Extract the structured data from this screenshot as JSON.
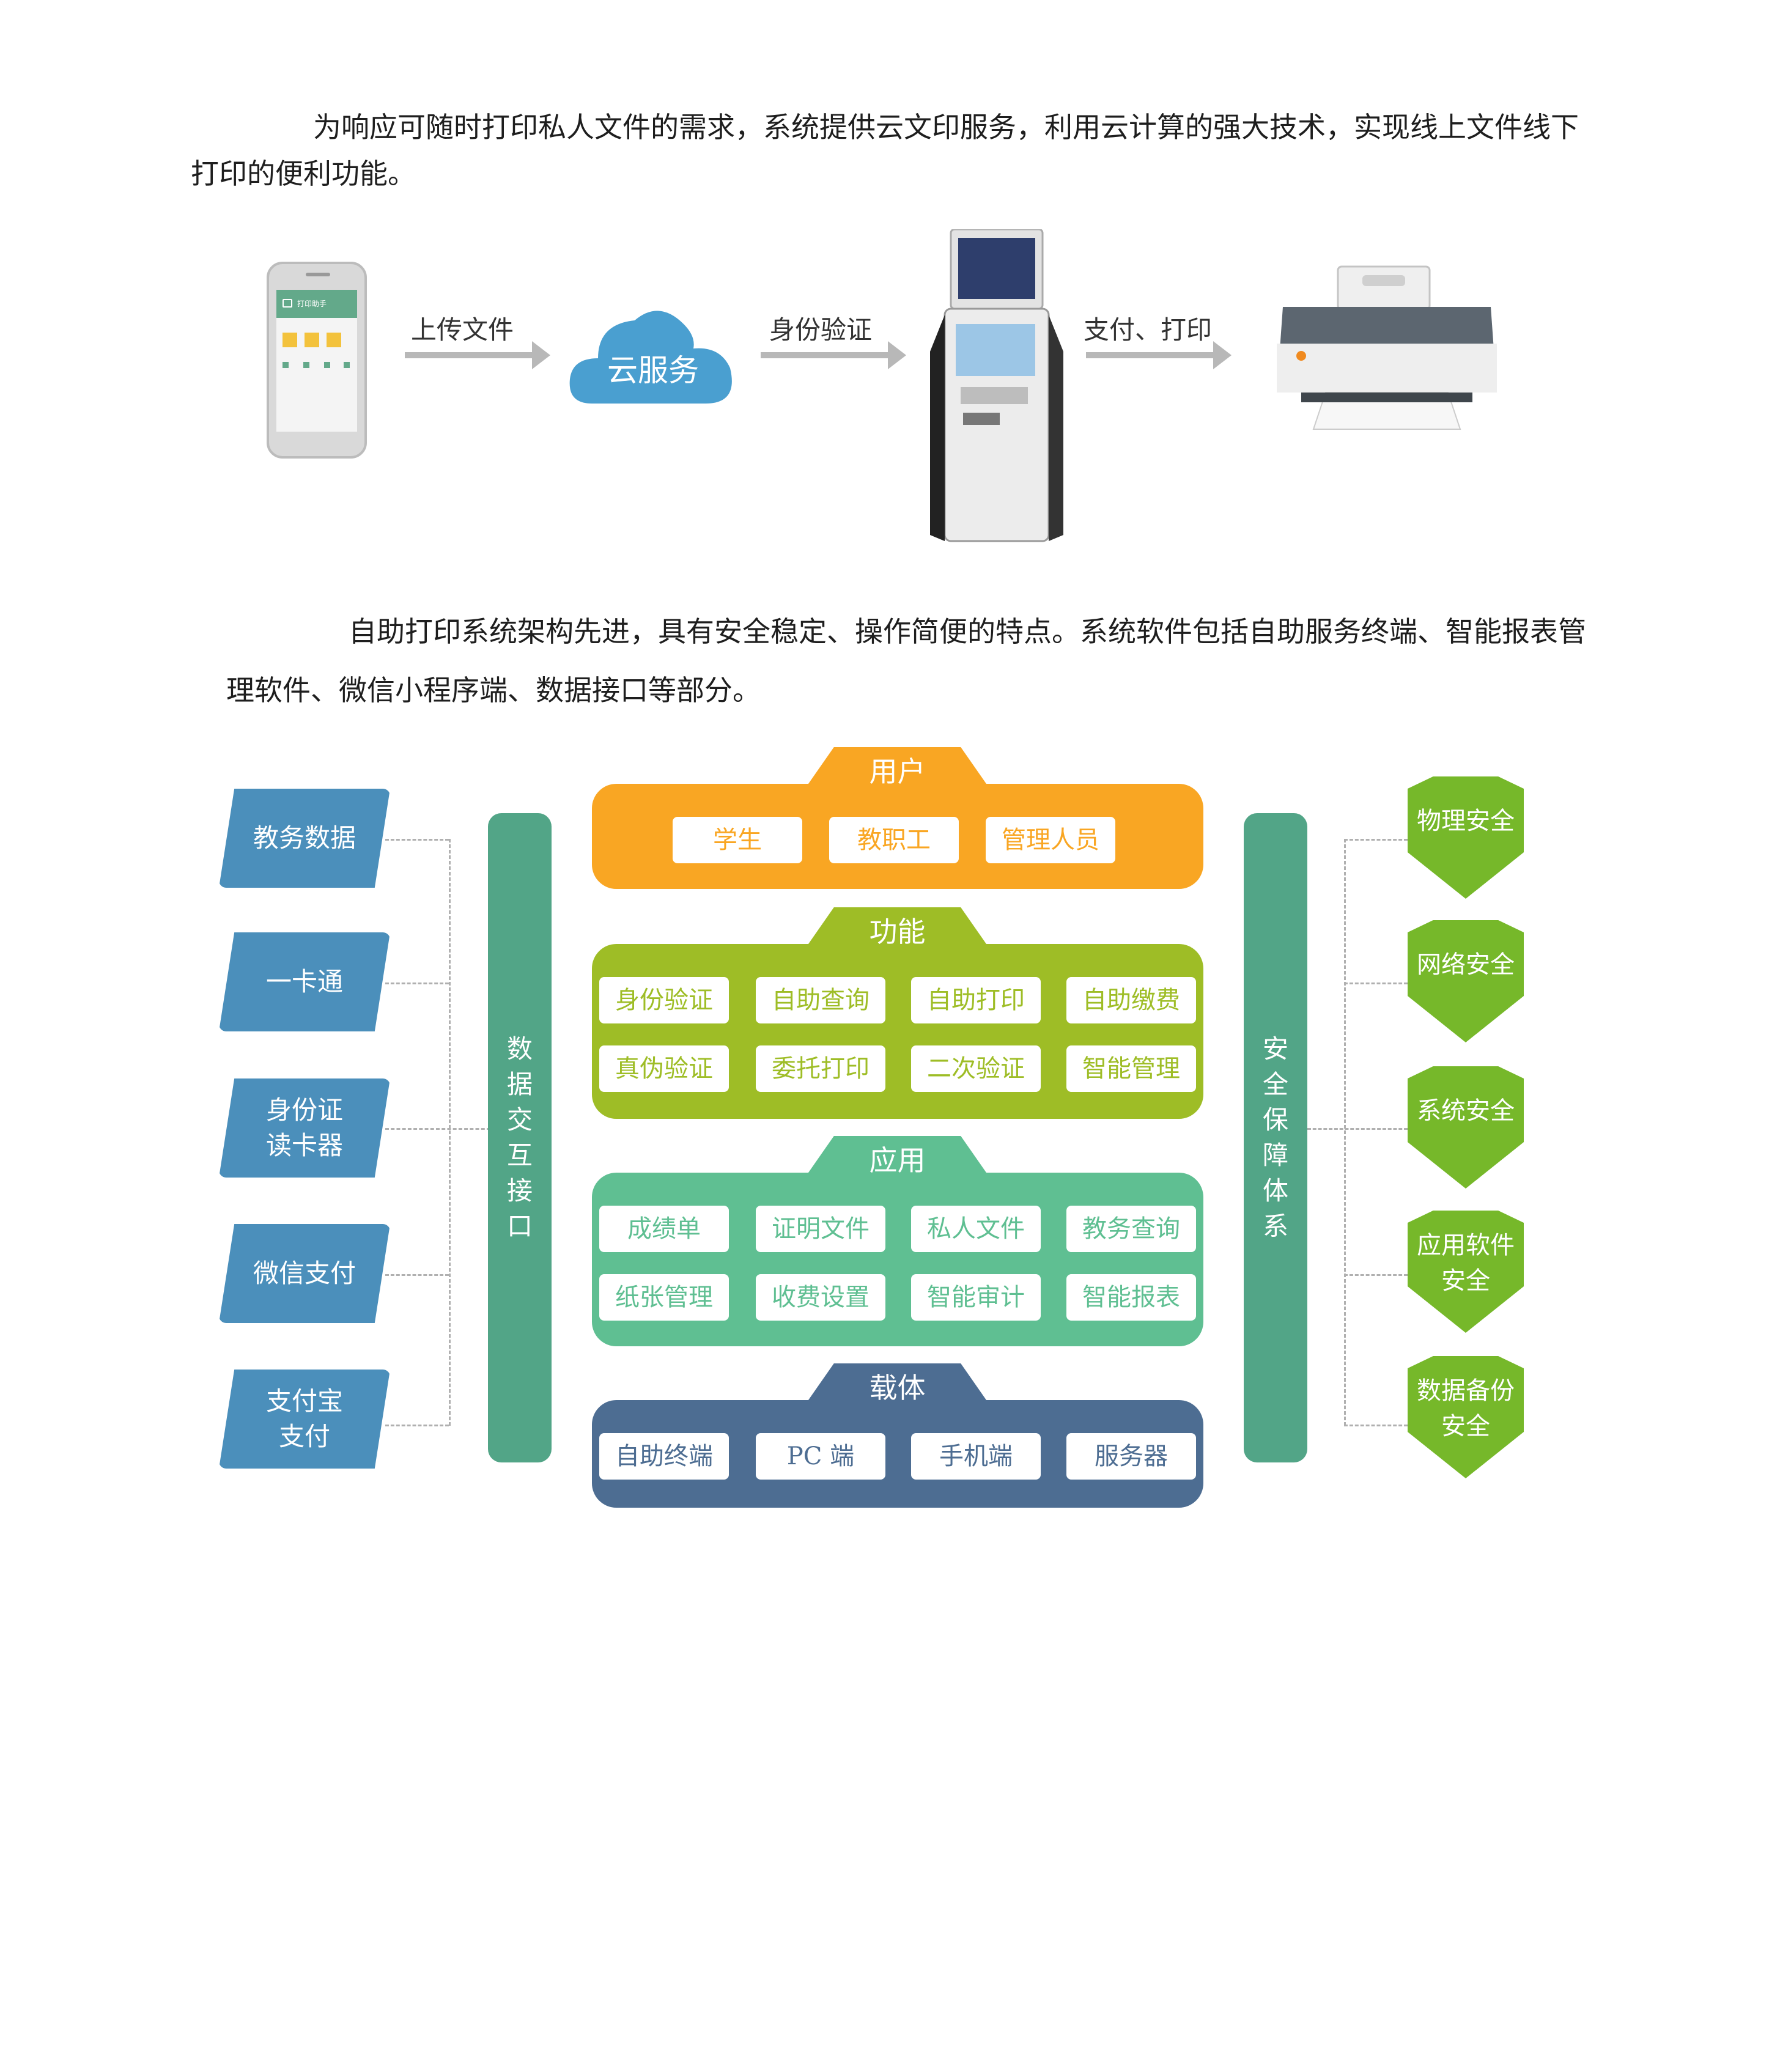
{
  "paragraphs": {
    "p1": "为响应可随时打印私人文件的需求，系统提供云文印服务，利用云计算的强大技术，实现线上文件线下打印的便利功能。",
    "p2": "自助打印系统架构先进，具有安全稳定、操作简便的特点。系统软件包括自助服务终端、智能报表管理软件、微信小程序端、数据接口等部分。"
  },
  "flow": {
    "phone_app_title": "打印助手",
    "step1": "上传文件",
    "cloud": "云服务",
    "step2": "身份验证",
    "step3": "支付、打印"
  },
  "sources": [
    "教务数据",
    "一卡通",
    "身份证\n读卡器",
    "微信支付",
    "支付宝\n支付"
  ],
  "left_pillar": [
    "数",
    "据",
    "交",
    "互",
    "接",
    "口"
  ],
  "right_pillar": [
    "安",
    "全",
    "保",
    "障",
    "体",
    "系"
  ],
  "layers": {
    "user": {
      "title": "用户",
      "color": "#f9a623",
      "items": [
        "学生",
        "教职工",
        "管理人员"
      ]
    },
    "function": {
      "title": "功能",
      "color": "#9ebd26",
      "items": [
        "身份验证",
        "自助查询",
        "自助打印",
        "自助缴费",
        "真伪验证",
        "委托打印",
        "二次验证",
        "智能管理"
      ]
    },
    "application": {
      "title": "应用",
      "color": "#5fbf92",
      "items": [
        "成绩单",
        "证明文件",
        "私人文件",
        "教务查询",
        "纸张管理",
        "收费设置",
        "智能审计",
        "智能报表"
      ]
    },
    "carrier": {
      "title": "载体",
      "color": "#4d6d92",
      "items": [
        "自助终端",
        "PC 端",
        "手机端",
        "服务器"
      ]
    }
  },
  "security": [
    "物理安全",
    "网络安全",
    "系统安全",
    "应用软件\n安全",
    "数据备份\n安全"
  ]
}
